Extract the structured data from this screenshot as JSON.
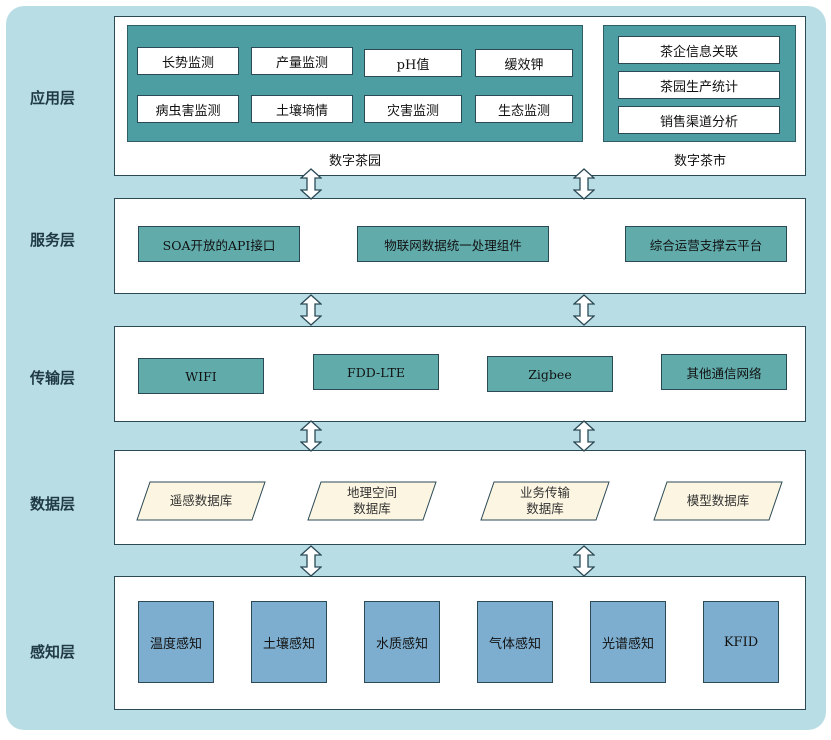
{
  "layers": {
    "application": "应用层",
    "service": "服务层",
    "transport": "传输层",
    "data": "数据层",
    "perception": "感知层"
  },
  "application": {
    "digital_tea_garden": {
      "caption": "数字茶园",
      "row1": [
        "长势监测",
        "产量监测",
        "pH值",
        "缓效钾"
      ],
      "row2": [
        "病虫害监测",
        "土壤墒情",
        "灾害监测",
        "生态监测"
      ]
    },
    "digital_tea_market": {
      "caption": "数字茶市",
      "items": [
        "茶企信息关联",
        "茶园生产统计",
        "销售渠道分析"
      ]
    }
  },
  "service": {
    "items": [
      "SOA开放的API接口",
      "物联网数据统一处理组件",
      "综合运营支撑云平台"
    ]
  },
  "transport": {
    "items": [
      "WIFI",
      "FDD-LTE",
      "Zigbee",
      "其他通信网络"
    ]
  },
  "data": {
    "items": [
      "遥感数据库",
      "地理空间\n数据库",
      "业务传输\n数据库",
      "模型数据库"
    ]
  },
  "perception": {
    "items": [
      "温度感知",
      "土壤感知",
      "水质感知",
      "气体感知",
      "光谱感知",
      "KFID"
    ]
  },
  "colors": {
    "background": "#b9dde5",
    "teal_container": "#4d9ea3",
    "teal_box": "#62abab",
    "data_box": "#fbf5e1",
    "sensor_box": "#7eaecf",
    "border": "#2b4a56"
  }
}
